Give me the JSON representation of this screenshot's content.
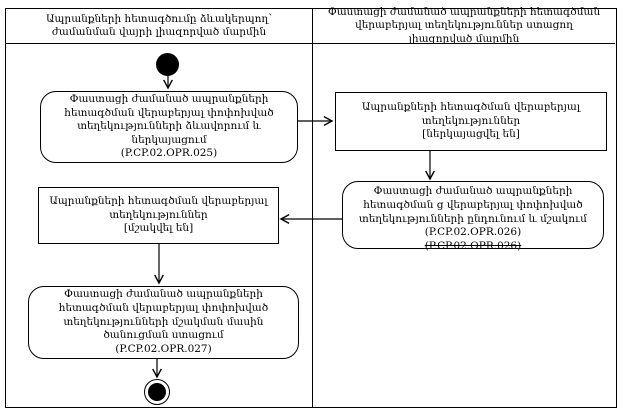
{
  "diagram": {
    "type": "uml-activity-swimlane",
    "background_color": "#ffffff",
    "line_color": "#000000",
    "lanes": {
      "left": {
        "header": "Ապրանքների հետագծումը ձևակերպող՝ ժամանման վայրի լիազորված մարմին"
      },
      "right": {
        "header": "Փաստացի ժամանած ապրանքների հետագծման վերաբերյալ տեղեկություններ ստացող լիազորված մարմին"
      }
    },
    "nodes": {
      "start": {
        "type": "initial",
        "lane": "left"
      },
      "act1": {
        "type": "action",
        "lane": "left",
        "text": "Փաստացի ժամանած ապրանքների հետագծման վերաբերյալ փոփոխված տեղեկությունների ձևավորում և ներկայացում",
        "code": "(P.CP.02.OPR.025)"
      },
      "obj1": {
        "type": "object",
        "lane": "right",
        "text": "Ապրանքների հետագծման վերաբերյալ տեղեկություններ",
        "state": "[ներկայացվել են]"
      },
      "act2": {
        "type": "action",
        "lane": "right",
        "text": "Փաստացի ժամանած ապրանքների հետագծման ց վերաբերյալ փոփոխված տեղեկությունների ընդունում և մշակում",
        "code": "(P.CP.02.OPR.026)",
        "struck_code": "(P.CP.02.OPR.026)"
      },
      "obj2": {
        "type": "object",
        "lane": "left",
        "text": "Ապրանքների հետագծման վերաբերյալ տեղեկություններ",
        "state": "[մշակվել են]"
      },
      "act3": {
        "type": "action",
        "lane": "left",
        "text": "Փաստացի ժամանած ապրանքների հետագծման վերաբերյալ փոփոխված տեղեկությունների մշակման մասին ծանուցման ստացում",
        "code": "(P.CP.02.OPR.027)"
      },
      "end": {
        "type": "final",
        "lane": "left"
      }
    },
    "edges": [
      {
        "from": "start",
        "to": "act1",
        "direction": "down"
      },
      {
        "from": "act1",
        "to": "obj1",
        "direction": "right"
      },
      {
        "from": "obj1",
        "to": "act2",
        "direction": "down"
      },
      {
        "from": "act2",
        "to": "obj2",
        "direction": "left"
      },
      {
        "from": "obj2",
        "to": "act3",
        "direction": "down"
      },
      {
        "from": "act3",
        "to": "end",
        "direction": "down"
      }
    ]
  }
}
